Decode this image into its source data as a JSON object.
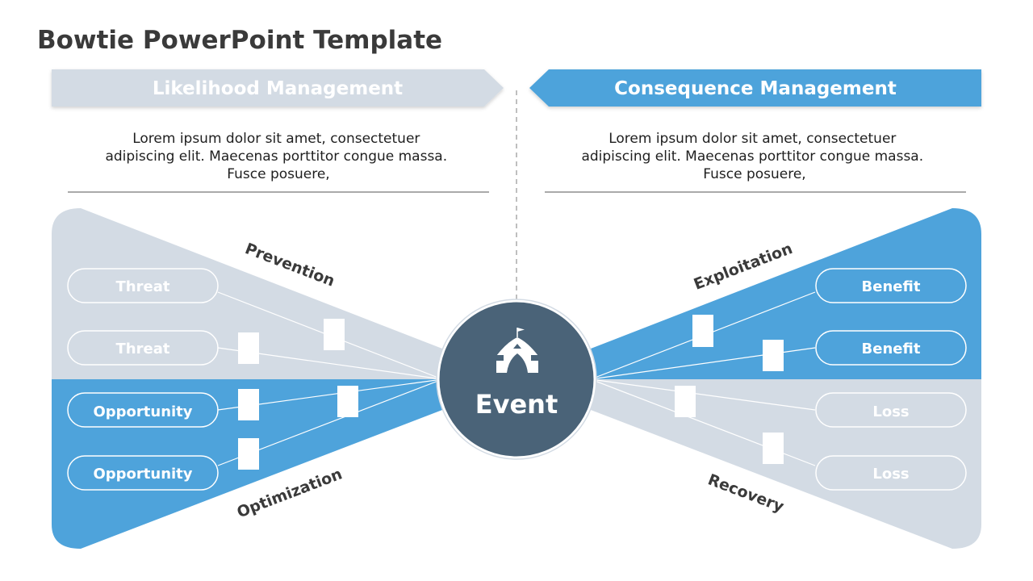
{
  "title": "Bowtie PowerPoint Template",
  "colors": {
    "blue": "#4ea3db",
    "gray": "#d3dbe4",
    "dark": "#4a6378",
    "text": "#3a3a3a"
  },
  "left": {
    "banner": "Likelihood Management",
    "description": [
      "Lorem ipsum dolor sit amet, consectetuer",
      "adipiscing elit. Maecenas porttitor congue massa.",
      "Fusce posuere,"
    ],
    "top_label": "Prevention",
    "bottom_label": "Optimization",
    "pills": [
      "Threat",
      "Threat",
      "Opportunity",
      "Opportunity"
    ]
  },
  "right": {
    "banner": "Consequence Management",
    "description": [
      "Lorem ipsum dolor sit amet, consectetuer",
      "adipiscing elit. Maecenas porttitor congue massa.",
      "Fusce posuere,"
    ],
    "top_label": "Exploitation",
    "bottom_label": "Recovery",
    "pills": [
      "Benefit",
      "Benefit",
      "Loss",
      "Loss"
    ]
  },
  "center": {
    "label": "Event",
    "icon": "circus-tent-icon"
  }
}
